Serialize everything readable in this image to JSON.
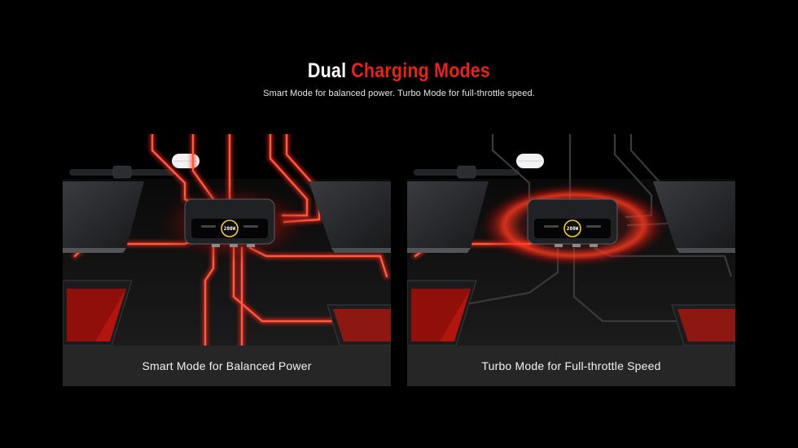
{
  "header": {
    "title_plain": "Dual",
    "title_accent": "Charging Modes",
    "subtitle": "Smart Mode for balanced power. Turbo Mode for full-throttle speed."
  },
  "panels": [
    {
      "mode": "smart",
      "caption": "Smart Mode for Balanced Power",
      "screen_value": "280W"
    },
    {
      "mode": "turbo",
      "caption": "Turbo Mode for Full-throttle Speed",
      "screen_value": "280W"
    }
  ],
  "colors": {
    "background": "#000000",
    "accent": "#e8221b",
    "glow": "#ff2a1a",
    "caption_bar": "#262626",
    "screen_ring": "#f2d21b"
  },
  "icons": {
    "charger": "charging-station-icon",
    "earbuds": "earbuds-case-icon",
    "watch": "smartwatch-icon",
    "laptop": "laptop-icon",
    "phone": "phone-icon",
    "tablet": "tablet-icon"
  }
}
